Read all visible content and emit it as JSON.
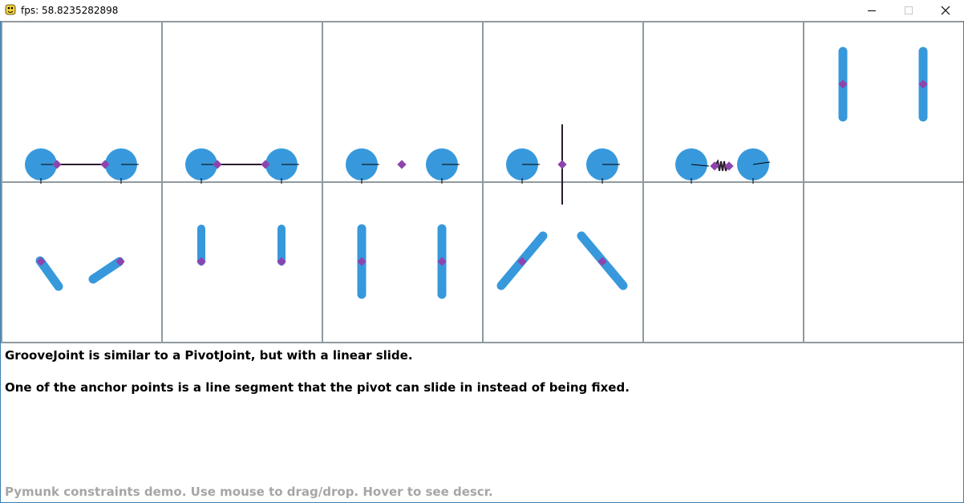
{
  "window": {
    "title": "fps: 58.8235282898",
    "icon": "pygame-snake-icon",
    "buttons": [
      "minimize-icon",
      "maximize-icon",
      "close-icon"
    ]
  },
  "description": {
    "line1": "GrooveJoint is similar to a PivotJoint, but with a linear slide.",
    "line2": "One of the anchor points is a line segment that the pivot can slide in instead of being fixed."
  },
  "footer": {
    "text": "Pymunk constraints demo. Use mouse to drag/drop. Hover to see descr."
  },
  "colors": {
    "body": "#3799dc",
    "anchor": "#8e44ad",
    "joint": "#2c1a30",
    "grid": "#8f9aa0",
    "window_border": "#3c7fb1"
  }
}
